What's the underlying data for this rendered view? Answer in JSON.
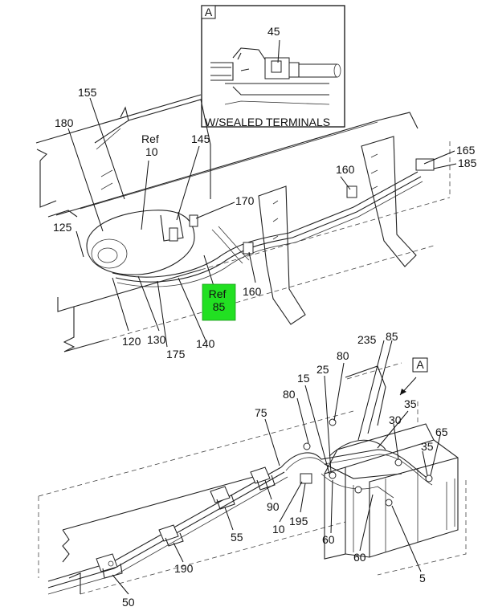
{
  "inset": {
    "tag": "A",
    "callout": "45",
    "caption": "W/SEALED TERMINALS"
  },
  "upper_assembly": {
    "callouts": {
      "c155": "155",
      "c180": "180",
      "ref10": "Ref\n10",
      "c145": "145",
      "c125": "125",
      "c170": "170",
      "c160a": "160",
      "c160b": "160",
      "c165": "165",
      "c185": "185",
      "c120": "120",
      "c130": "130",
      "c175": "175",
      "c140": "140"
    },
    "highlight": {
      "label": "Ref\n85",
      "color": "#22e022"
    }
  },
  "lower_assembly": {
    "view_tag": "A",
    "callouts": {
      "c235": "235",
      "c85": "85",
      "c80a": "80",
      "c25": "25",
      "c15": "15",
      "c80b": "80",
      "c35a": "35",
      "c75": "75",
      "c30": "30",
      "c65": "65",
      "c35b": "35",
      "c90": "90",
      "c10": "10",
      "c195": "195",
      "c60a": "60",
      "c55": "55",
      "c60b": "60",
      "c5": "5",
      "c190": "190",
      "c50": "50"
    }
  }
}
